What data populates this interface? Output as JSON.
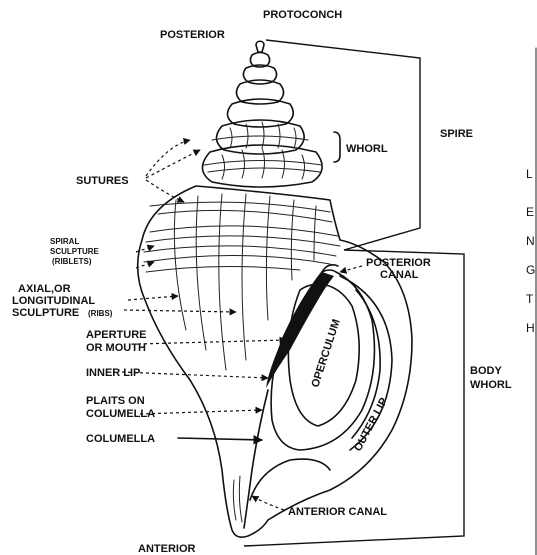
{
  "labels": {
    "protoconch": "PROTOCONCH",
    "posterior": "POSTERIOR",
    "whorl": "WHORL",
    "spire": "SPIRE",
    "sutures": "SUTURES",
    "spiral_sculpture_line1": "SPIRAL",
    "spiral_sculpture_line2": "SCULPTURE",
    "spiral_sculpture_line3": "(RIBLETS)",
    "axial_line1": "AXIAL,OR",
    "axial_line2": "LONGITUDINAL",
    "axial_line3": "SCULPTURE",
    "axial_line3_sub": "(RIBS)",
    "aperture_line1": "APERTURE",
    "aperture_line2": "OR MOUTH",
    "inner_lip": "INNER LIP",
    "plaits_line1": "PLAITS ON",
    "plaits_line2": "COLUMELLA",
    "columella": "COLUMELLA",
    "posterior_canal_line1": "POSTERIOR",
    "posterior_canal_line2": "CANAL",
    "operculum": "OPERCULUM",
    "outer_lip": "OUTER LIP",
    "body_whorl_line1": "BODY",
    "body_whorl_line2": "WHORL",
    "anterior_canal": "ANTERIOR CANAL",
    "anterior": "ANTERIOR"
  },
  "cutoff_letters": [
    "L",
    "E",
    "N",
    "G",
    "T",
    "H"
  ],
  "colors": {
    "ink": "#111111",
    "background": "#ffffff"
  }
}
